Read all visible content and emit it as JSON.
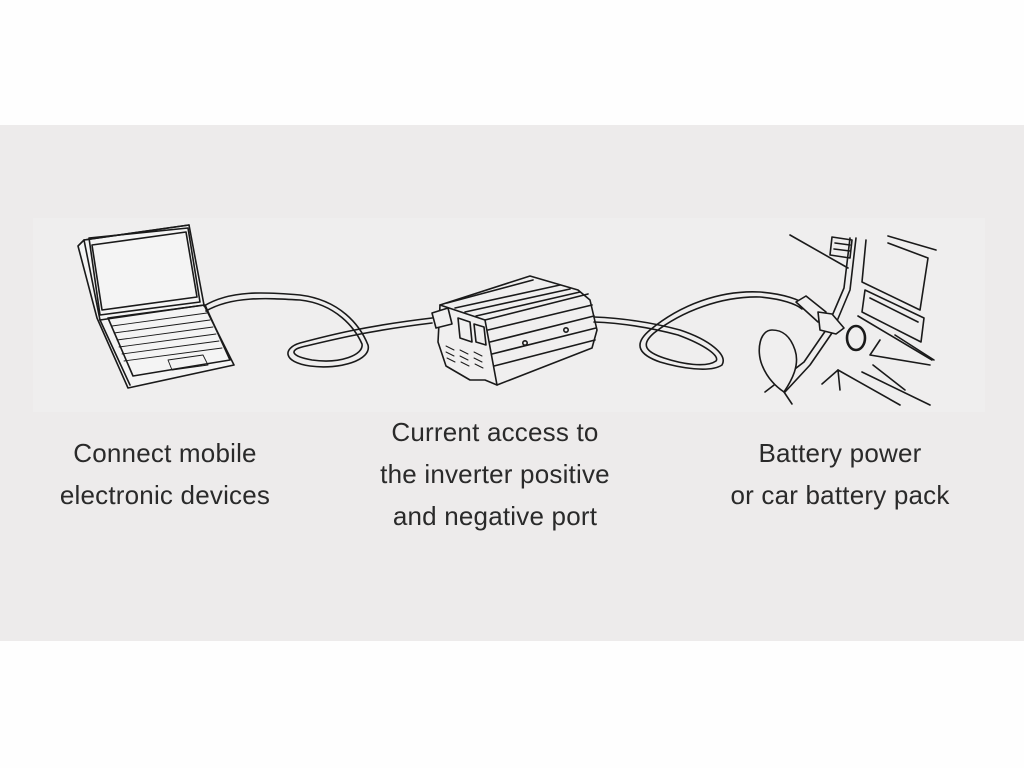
{
  "diagram": {
    "nodes": [
      {
        "id": "laptop",
        "icon": "laptop-icon",
        "caption_lines": [
          "Connect mobile",
          "electronic devices"
        ]
      },
      {
        "id": "inverter",
        "icon": "power-inverter-icon",
        "caption_lines": [
          "Current access to",
          "the inverter positive",
          "and negative port"
        ]
      },
      {
        "id": "car",
        "icon": "car-dashboard-socket-icon",
        "caption_lines": [
          "Battery power",
          "or car battery pack"
        ]
      }
    ],
    "edges": [
      {
        "from": "laptop",
        "to": "inverter",
        "type": "cable"
      },
      {
        "from": "inverter",
        "to": "car",
        "type": "cigarette-lighter-cable"
      }
    ]
  },
  "colors": {
    "background": "#fefefe",
    "band": "#edebeb",
    "line": "#1a1a1a",
    "text": "#2a2a2a"
  }
}
